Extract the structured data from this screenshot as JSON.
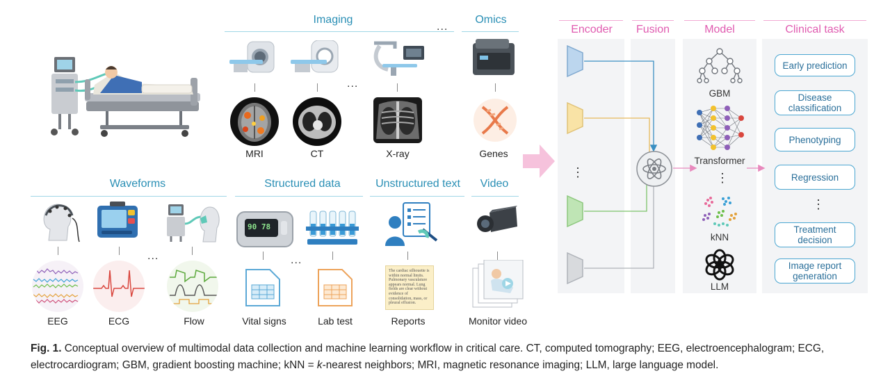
{
  "sections": {
    "imaging": "Imaging",
    "omics": "Omics",
    "waveforms": "Waveforms",
    "structured": "Structured data",
    "unstructured": "Unstructured text",
    "video": "Video"
  },
  "labels": {
    "mri": "MRI",
    "ct": "CT",
    "xray": "X-ray",
    "genes": "Genes",
    "eeg": "EEG",
    "ecg": "ECG",
    "flow": "Flow",
    "vital": "Vital signs",
    "lab": "Lab test",
    "reports": "Reports",
    "monitor": "Monitor video"
  },
  "monitor_readout": "90 78",
  "report_text": "The cardiac silhouette is within normal limits. Pulmonary vasculature appears normal. Lung fields are clear without evidence of consolidation, mass, or pleural effusion.",
  "ellipsis": "...",
  "vellipsis": "⋮",
  "pipeline": {
    "encoder": "Encoder",
    "fusion": "Fusion",
    "model": "Model",
    "clinical": "Clinical task"
  },
  "models": {
    "gbm": "GBM",
    "transformer": "Transformer",
    "knn": "kNN",
    "llm": "LLM"
  },
  "tasks": [
    "Early prediction",
    "Disease classification",
    "Phenotyping",
    "Regression",
    "Treatment decision",
    "Image report generation"
  ],
  "caption": {
    "fig": "Fig. 1.",
    "text_a": " Conceptual overview of multimodal data collection and machine learning workflow in critical care. CT, computed tomography; EEG, electroencephalogram; ECG, electrocardiogram; GBM, gradient boosting machine; kNN = ",
    "k_ital": "k",
    "text_b": "-nearest neighbors; MRI, magnetic resonance imaging; LLM, large language model."
  },
  "colors": {
    "section_title": "#2a8fb5",
    "pipeline_title": "#e05bb0",
    "task_border": "#4aa6d1",
    "enc_blue": "#bcd6ee",
    "enc_yellow": "#f9e3a6",
    "enc_green": "#bfe5b5",
    "enc_gray": "#d8dadd",
    "arrow_pink": "#f6c2dc"
  }
}
